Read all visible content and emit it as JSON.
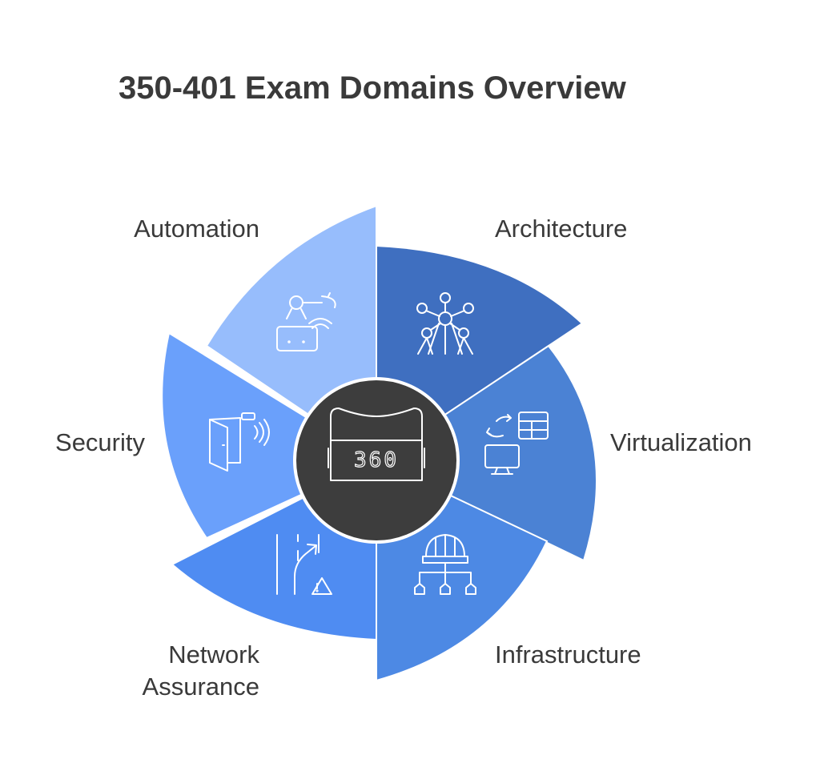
{
  "title": "350-401 Exam Domains Overview",
  "center": {
    "icon": "vr-headset-360-icon",
    "text": "360",
    "color": "#3d3d3d"
  },
  "domains": [
    {
      "label": "Architecture",
      "icon": "atomium-icon",
      "color": "#3f6fc0"
    },
    {
      "label": "Virtualization",
      "icon": "virtual-machine-icon",
      "color": "#4b82d4"
    },
    {
      "label": "Infrastructure",
      "icon": "hardhat-network-icon",
      "color": "#4d89e4"
    },
    {
      "label": "Network Assurance",
      "label_lines": [
        "Network",
        "Assurance"
      ],
      "icon": "road-warning-icon",
      "color": "#4f8cf2"
    },
    {
      "label": "Security",
      "icon": "door-sensor-icon",
      "color": "#6aa0fb"
    },
    {
      "label": "Automation",
      "icon": "robot-arm-router-icon",
      "color": "#97bdfc"
    }
  ]
}
